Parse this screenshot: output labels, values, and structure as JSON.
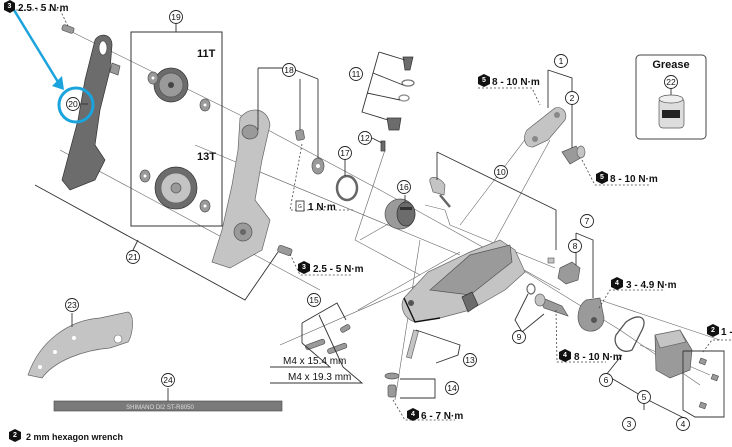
{
  "diagram": {
    "type": "exploded-parts-diagram",
    "subject": "rear derailleur"
  },
  "callouts": [
    {
      "id": "1",
      "label": "1"
    },
    {
      "id": "2",
      "label": "2"
    },
    {
      "id": "3",
      "label": "3"
    },
    {
      "id": "4",
      "label": "4"
    },
    {
      "id": "5",
      "label": "5"
    },
    {
      "id": "6",
      "label": "6"
    },
    {
      "id": "7",
      "label": "7"
    },
    {
      "id": "8",
      "label": "8"
    },
    {
      "id": "9",
      "label": "9"
    },
    {
      "id": "10",
      "label": "10"
    },
    {
      "id": "11",
      "label": "11"
    },
    {
      "id": "12",
      "label": "12"
    },
    {
      "id": "13",
      "label": "13"
    },
    {
      "id": "14",
      "label": "14"
    },
    {
      "id": "15",
      "label": "15"
    },
    {
      "id": "16",
      "label": "16"
    },
    {
      "id": "17",
      "label": "17"
    },
    {
      "id": "18",
      "label": "18"
    },
    {
      "id": "19",
      "label": "19"
    },
    {
      "id": "20",
      "label": "20",
      "highlighted": true
    },
    {
      "id": "21",
      "label": "21"
    },
    {
      "id": "22",
      "label": "22"
    },
    {
      "id": "23",
      "label": "23"
    },
    {
      "id": "24",
      "label": "24"
    }
  ],
  "torque_specs": [
    {
      "id": "t-top-left",
      "tool": "3",
      "value": "2.5 - 5 N·m"
    },
    {
      "id": "t-pulley-bolt",
      "tool": "3",
      "value": "2.5 - 5 N·m"
    },
    {
      "id": "t-cage-stop",
      "tool": "grease",
      "value": "1 N·m"
    },
    {
      "id": "t-link-top",
      "tool": "5",
      "value": "8 - 10 N·m"
    },
    {
      "id": "t-link-right",
      "tool": "5",
      "value": "8 - 10 N·m"
    },
    {
      "id": "t-motor",
      "tool": "4",
      "value": "3 - 4.9 N·m"
    },
    {
      "id": "t-axle",
      "tool": "4",
      "value": "8 - 10 N·m"
    },
    {
      "id": "t-mount",
      "tool": "4",
      "value": "6 - 7 N·m"
    },
    {
      "id": "t-cover",
      "tool": "2",
      "value": "1 -"
    }
  ],
  "pulley_labels": {
    "upper": "11T",
    "lower": "13T"
  },
  "grease_box": {
    "title": "Grease",
    "item": "22"
  },
  "bolt_sizes": [
    "M4 x 15.4 mm",
    "M4 x 19.3 mm"
  ],
  "tool_text": "SHIMANO DI2  ST-R8050",
  "legend": [
    {
      "tool": "2",
      "text": "2 mm hexagon wrench"
    }
  ],
  "highlight_color": "#1aa3dd"
}
